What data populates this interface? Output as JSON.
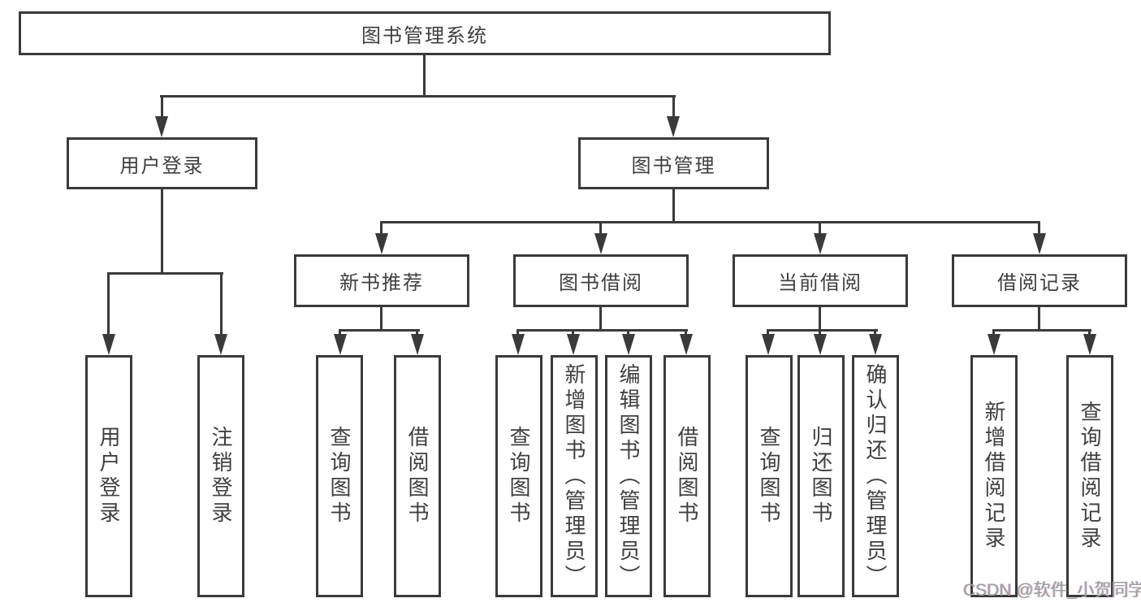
{
  "diagram": {
    "root": {
      "label": "图书管理系统"
    },
    "level2": {
      "user_login": "用户登录",
      "book_mgmt": "图书管理"
    },
    "level3": {
      "new_book_rec": "新书推荐",
      "book_borrow": "图书借阅",
      "current_borrow": "当前借阅",
      "borrow_records": "借阅记录"
    },
    "leaves": {
      "user_login": "用户登录",
      "logout": "注销登录",
      "rec_query_book": "查询图书",
      "rec_borrow_book": "借阅图书",
      "bb_query_book": "查询图书",
      "bb_add_book": "新增图书（管理员）",
      "bb_edit_book": "编辑图书（管理员）",
      "bb_borrow_book": "借阅图书",
      "cb_query_book": "查询图书",
      "cb_return_book": "归还图书",
      "cb_confirm_return": "确认归还（管理员）",
      "br_add_record": "新增借阅记录",
      "br_query_record": "查询借阅记录"
    }
  },
  "watermark": "CSDN @软件_小贺同学",
  "colors": {
    "line": "#3a3a3a",
    "text": "#3f3f3f",
    "watermark": "#9e9e9e",
    "background": "#ffffff"
  }
}
